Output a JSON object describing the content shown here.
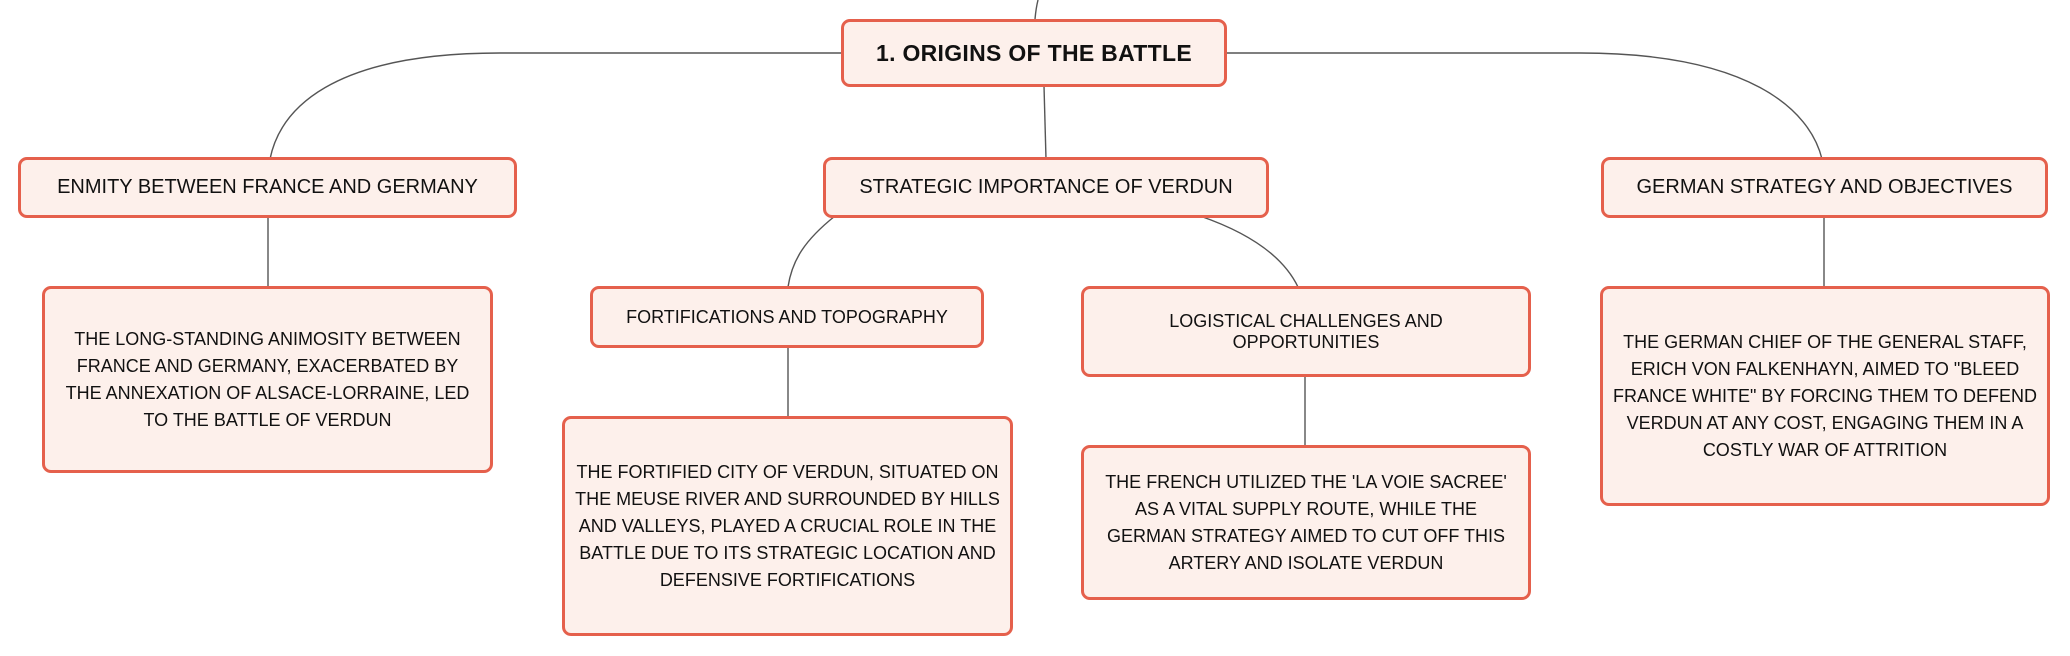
{
  "diagram": {
    "root": {
      "label": "1. ORIGINS OF THE BATTLE"
    },
    "branches": [
      {
        "label": "ENMITY BETWEEN FRANCE AND GERMANY",
        "detail": "THE LONG-STANDING ANIMOSITY BETWEEN FRANCE AND GERMANY, EXACERBATED BY THE ANNEXATION OF ALSACE-LORRAINE, LED TO THE BATTLE OF VERDUN"
      },
      {
        "label": "STRATEGIC IMPORTANCE OF VERDUN",
        "children": [
          {
            "label": "FORTIFICATIONS AND TOPOGRAPHY",
            "detail": "THE FORTIFIED CITY OF VERDUN, SITUATED ON THE MEUSE RIVER AND SURROUNDED BY HILLS AND VALLEYS, PLAYED A CRUCIAL ROLE IN THE BATTLE DUE TO ITS STRATEGIC LOCATION AND DEFENSIVE FORTIFICATIONS"
          },
          {
            "label": "LOGISTICAL CHALLENGES AND OPPORTUNITIES",
            "detail": "THE FRENCH UTILIZED THE 'LA VOIE SACREE' AS A VITAL SUPPLY ROUTE, WHILE THE GERMAN STRATEGY AIMED TO CUT OFF THIS ARTERY AND ISOLATE VERDUN"
          }
        ]
      },
      {
        "label": "GERMAN STRATEGY AND OBJECTIVES",
        "detail": "THE GERMAN CHIEF OF THE GENERAL STAFF, ERICH VON FALKENHAYN, AIMED TO \"BLEED FRANCE WHITE\" BY FORCING THEM TO DEFEND VERDUN AT ANY COST, ENGAGING THEM IN A COSTLY WAR OF ATTRITION"
      }
    ]
  },
  "colors": {
    "node_fill": "#fdf0eb",
    "node_border": "#e5604c",
    "connector": "#555555",
    "text": "#111111"
  }
}
